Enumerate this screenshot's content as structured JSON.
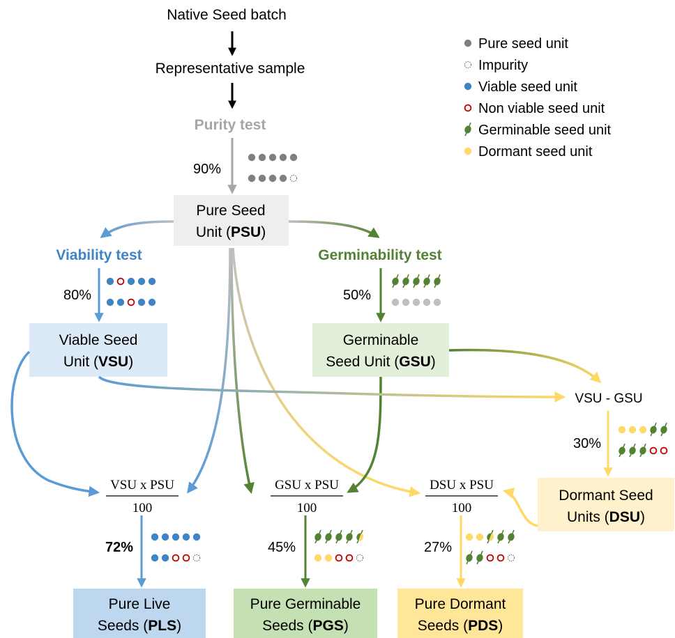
{
  "colors": {
    "gray": "#7f7f7f",
    "lightgray": "#bfbfbf",
    "blue": "#3e84c6",
    "red": "#c00000",
    "green": "#548235",
    "yellow": "#ffd966",
    "psu_box": "#eeeeee",
    "vsu_box": "#dce9f6",
    "gsu_box": "#e2efd9",
    "dsu_box": "#fff1cc",
    "pls_box": "#bdd7ee",
    "pgs_box": "#c5e0b3",
    "pds_box": "#ffe699"
  },
  "top": {
    "batch": "Native Seed batch",
    "sample": "Representative sample"
  },
  "purity": {
    "title": "Purity test",
    "pct": "90%"
  },
  "psu": {
    "line1": "Pure Seed",
    "line2_pre": "Unit (",
    "abbr": "PSU",
    "line2_post": ")"
  },
  "viability": {
    "title": "Viability test",
    "pct": "80%"
  },
  "germinability": {
    "title": "Germinability test",
    "pct": "50%"
  },
  "vsu": {
    "line1": "Viable Seed",
    "line2_pre": "Unit (",
    "abbr": "VSU",
    "line2_post": ")"
  },
  "gsu": {
    "line1": "Germinable",
    "line2_pre": "Seed Unit (",
    "abbr": "GSU",
    "line2_post": ")"
  },
  "vsu_gsu": {
    "label": "VSU - GSU",
    "pct": "30%"
  },
  "dsu": {
    "line1": "Dormant Seed",
    "line2_pre": "Units (",
    "abbr": "DSU",
    "line2_post": ")"
  },
  "formulas": {
    "pls": {
      "num": "VSU x PSU",
      "den": "100"
    },
    "pgs": {
      "num": "GSU x PSU",
      "den": "100"
    },
    "pds": {
      "num": "DSU x PSU",
      "den": "100"
    }
  },
  "results": {
    "pls": {
      "pct": "72%",
      "line1": "Pure Live",
      "line2_pre": "Seeds (",
      "abbr": "PLS",
      "line2_post": ")"
    },
    "pgs": {
      "pct": "45%",
      "line1": "Pure Germinable",
      "line2_pre": "Seeds (",
      "abbr": "PGS",
      "line2_post": ")"
    },
    "pds": {
      "pct": "27%",
      "line1": "Pure Dormant",
      "line2_pre": "Seeds (",
      "abbr": "PDS",
      "line2_post": ")"
    }
  },
  "legend": [
    {
      "icon": "pure-seed-icon",
      "label": "Pure seed unit"
    },
    {
      "icon": "impurity-icon",
      "label": "Impurity"
    },
    {
      "icon": "viable-seed-icon",
      "label": "Viable seed unit"
    },
    {
      "icon": "non-viable-seed-icon",
      "label": "Non viable seed unit"
    },
    {
      "icon": "germinable-seed-icon",
      "label": "Germinable seed unit"
    },
    {
      "icon": "dormant-seed-icon",
      "label": "Dormant seed unit"
    }
  ],
  "dot_groups": {
    "purity": [
      [
        "P",
        "P",
        "P",
        "P",
        "P"
      ],
      [
        "P",
        "P",
        "P",
        "P",
        "I"
      ]
    ],
    "viability": [
      [
        "V",
        "N",
        "V",
        "V",
        "V"
      ],
      [
        "V",
        "V",
        "N",
        "V",
        "V"
      ]
    ],
    "germinability": [
      [
        "G",
        "G",
        "G",
        "G",
        "G"
      ],
      [
        "L",
        "L",
        "L",
        "L",
        "L"
      ]
    ],
    "dormant": [
      [
        "D",
        "D",
        "D",
        "G",
        "G"
      ],
      [
        "G",
        "G",
        "G",
        "N",
        "N"
      ]
    ],
    "pls": [
      [
        "V",
        "V",
        "V",
        "V",
        "V"
      ],
      [
        "V",
        "V",
        "N",
        "N",
        "I"
      ]
    ],
    "pgs": [
      [
        "G",
        "G",
        "G",
        "G",
        "H"
      ],
      [
        "D",
        "D",
        "N",
        "N",
        "I"
      ]
    ],
    "pds": [
      [
        "D",
        "D",
        "H",
        "G",
        "G"
      ],
      [
        "G",
        "G",
        "N",
        "N",
        "I"
      ]
    ]
  }
}
